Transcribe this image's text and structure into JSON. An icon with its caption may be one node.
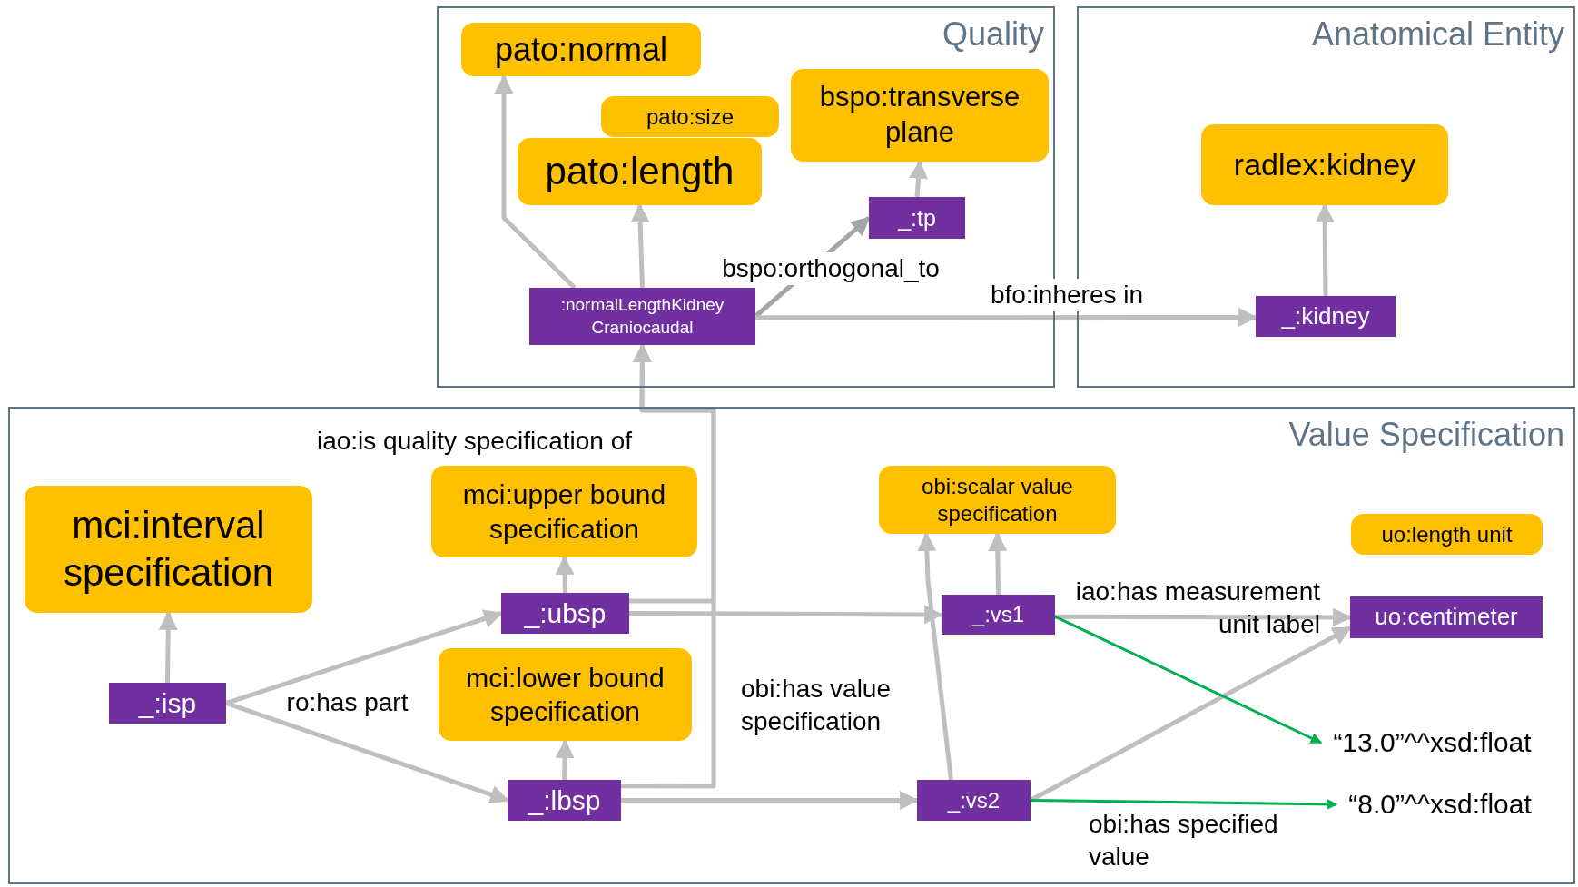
{
  "diagram": {
    "nodes": [
      {
        "text": [
          "Quality"
        ]
      },
      {
        "text": [
          "Anatomical Entity"
        ]
      },
      {
        "text": [
          "Value Specification"
        ]
      },
      {
        "text": [
          "pato:normal"
        ],
        "in": 0
      },
      {
        "text": [
          "pato:size"
        ],
        "in": 0
      },
      {
        "text": [
          "pato:length"
        ],
        "in": 0
      },
      {
        "text": [
          "bspo:transverse plane"
        ],
        "in": 0
      },
      {
        "text": [
          "_:tp"
        ],
        "in": 0
      },
      {
        "text": [
          ":normalLengthKidney Craniocaudal"
        ],
        "in": 0
      },
      {
        "text": [
          "radlex:kidney"
        ],
        "in": 1
      },
      {
        "text": [
          "_:kidney"
        ],
        "in": 1
      },
      {
        "text": [
          "mci:interval specification"
        ],
        "in": 2
      },
      {
        "text": [
          "mci:upper bound specification"
        ],
        "in": 2
      },
      {
        "text": [
          "_:isp"
        ],
        "in": 2
      },
      {
        "text": [
          "_:ubsp"
        ],
        "in": 2
      },
      {
        "text": [
          "mci:lower bound specification"
        ],
        "in": 2
      },
      {
        "text": [
          "_:lbsp"
        ],
        "in": 2
      },
      {
        "text": [
          "obi:scalar value specification"
        ],
        "in": 2
      },
      {
        "text": [
          "uo:length unit"
        ],
        "in": 2
      },
      {
        "text": [
          "_:vs1"
        ],
        "in": 2
      },
      {
        "text": [
          "uo:centimeter"
        ],
        "in": 2
      },
      {
        "text": [
          "_:vs2"
        ],
        "in": 2
      },
      {
        "text": [
          "“13.0”^^xsd:float"
        ],
        "in": 2
      },
      {
        "text": [
          "“8.0”^^xsd:float"
        ],
        "in": 2
      }
    ],
    "edges": [
      {
        "from": 8,
        "to": 3,
        "arrow": "to"
      },
      {
        "from": 8,
        "to": 5,
        "arrow": "to"
      },
      {
        "from": 7,
        "to": 6,
        "arrow": "to"
      },
      {
        "from": 8,
        "to": 7,
        "arrow": "to",
        "label": "bspo:orthogonal_to",
        "color": "#a6a6a6"
      },
      {
        "from": 8,
        "to": 10,
        "arrow": "to",
        "label": "bfo:inheres in"
      },
      {
        "from": 10,
        "to": 9,
        "arrow": "to"
      },
      {
        "from": 13,
        "to": 11,
        "arrow": "to"
      },
      {
        "from": 13,
        "to": 14,
        "arrow": "to",
        "label": "ro:has part"
      },
      {
        "from": 13,
        "to": 16,
        "arrow": "to"
      },
      {
        "from": 14,
        "to": 12,
        "arrow": "to"
      },
      {
        "from": 16,
        "to": 15,
        "arrow": "to"
      },
      {
        "from": 14,
        "to": 8,
        "arrow": "to",
        "label": "iao:is quality specification of"
      },
      {
        "from": 16,
        "to": 8,
        "arrow": "to"
      },
      {
        "from": 14,
        "to": 19,
        "arrow": "to",
        "label": "obi:has value specification"
      },
      {
        "from": 16,
        "to": 21,
        "arrow": "to"
      },
      {
        "from": 19,
        "to": 17,
        "arrow": "to"
      },
      {
        "from": 21,
        "to": 17,
        "arrow": "to"
      },
      {
        "from": 19,
        "to": 20,
        "arrow": "to",
        "label": "iao:has measurement unit label"
      },
      {
        "from": 21,
        "to": 20,
        "arrow": "to"
      },
      {
        "from": 19,
        "to": 22,
        "arrow": "to",
        "color": "#00b050"
      },
      {
        "from": 21,
        "to": 23,
        "arrow": "to",
        "label": "obi:has specified value",
        "color": "#00b050"
      }
    ]
  }
}
